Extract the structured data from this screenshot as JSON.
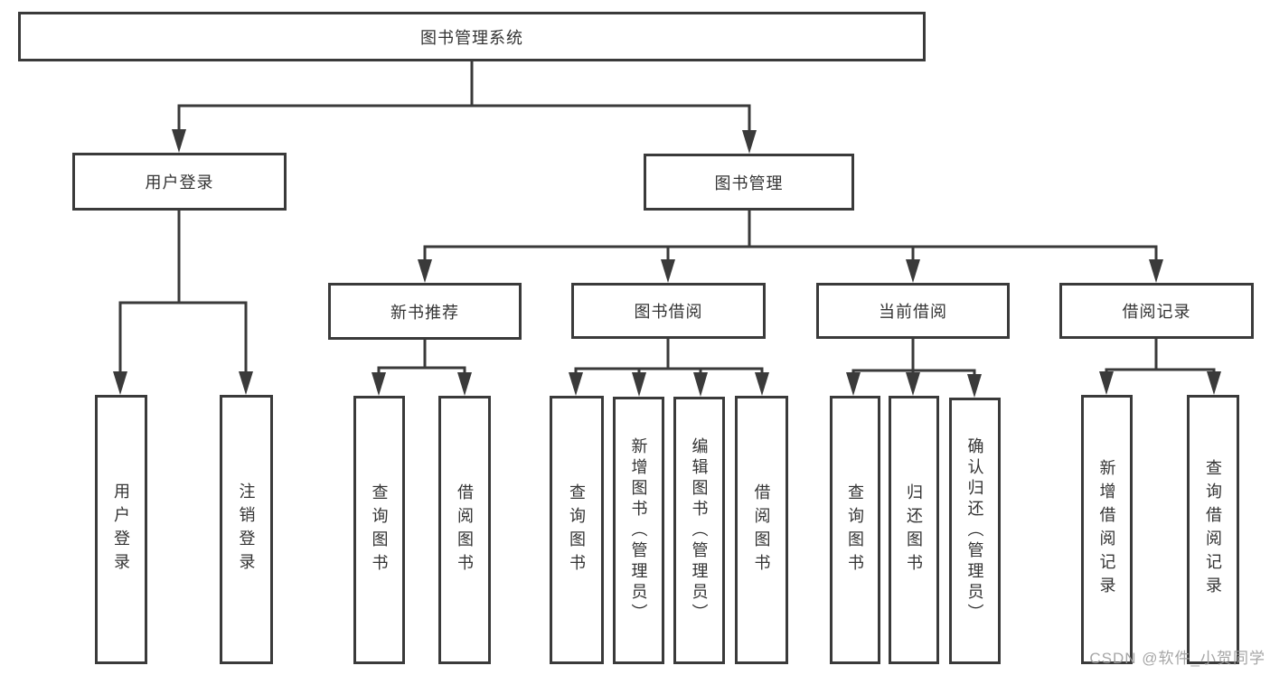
{
  "diagram_title": "图书管理系统",
  "nodes": {
    "root": {
      "label": "图书管理系统"
    },
    "user_login": {
      "label": "用户登录"
    },
    "book_mgmt": {
      "label": "图书管理"
    },
    "new_book_rec": {
      "label": "新书推荐"
    },
    "book_borrow": {
      "label": "图书借阅"
    },
    "current_borrow": {
      "label": "当前借阅"
    },
    "borrow_records": {
      "label": "借阅记录"
    },
    "leaf_user_login": {
      "label": "用户登录"
    },
    "leaf_logout": {
      "label": "注销登录"
    },
    "nbr_query_books": {
      "label": "查询图书"
    },
    "nbr_borrow_books": {
      "label": "借阅图书"
    },
    "bb_query_books": {
      "label": "查询图书"
    },
    "bb_add_books": {
      "label": "新增图书（管理员）"
    },
    "bb_edit_books": {
      "label": "编辑图书（管理员）"
    },
    "bb_borrow_books": {
      "label": "借阅图书"
    },
    "cb_query_books": {
      "label": "查询图书"
    },
    "cb_return_books": {
      "label": "归还图书"
    },
    "cb_confirm_return": {
      "label": "确认归还（管理员）"
    },
    "br_add_record": {
      "label": "新增借阅记录"
    },
    "br_query_record": {
      "label": "查询借阅记录"
    }
  },
  "hierarchy": {
    "图书管理系统": [
      "用户登录",
      "图书管理"
    ],
    "用户登录": [
      "用户登录",
      "注销登录"
    ],
    "图书管理": [
      "新书推荐",
      "图书借阅",
      "当前借阅",
      "借阅记录"
    ],
    "新书推荐": [
      "查询图书",
      "借阅图书"
    ],
    "图书借阅": [
      "查询图书",
      "新增图书（管理员）",
      "编辑图书（管理员）",
      "借阅图书"
    ],
    "当前借阅": [
      "查询图书",
      "归还图书",
      "确认归还（管理员）"
    ],
    "借阅记录": [
      "新增借阅记录",
      "查询借阅记录"
    ]
  },
  "watermark": "CSDN @软件_小贺同学",
  "colors": {
    "line": "#3a3a3a",
    "text": "#333333",
    "background": "#ffffff",
    "watermark": "#9e9e9e"
  }
}
